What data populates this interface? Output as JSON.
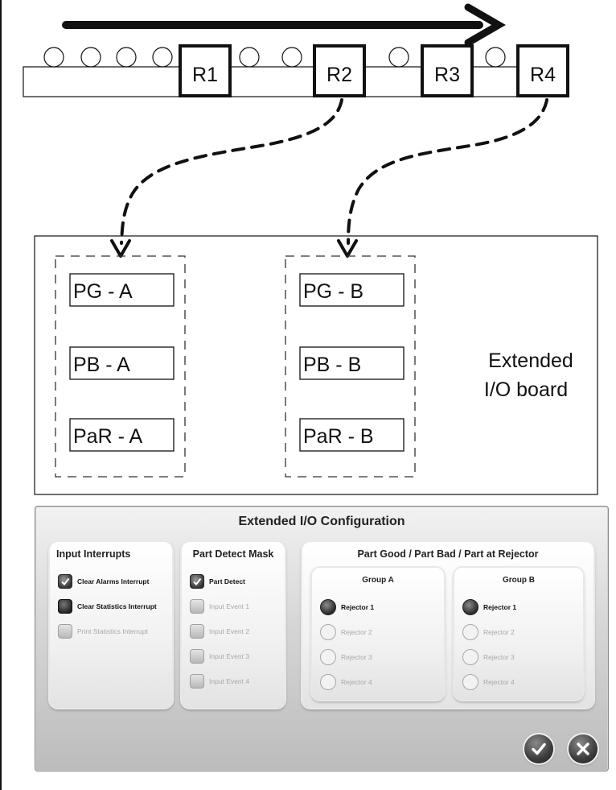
{
  "conveyor": {
    "rejectors": [
      "R1",
      "R2",
      "R3",
      "R4"
    ]
  },
  "board": {
    "label_line1": "Extended",
    "label_line2": "I/O board",
    "group_a": [
      "PG - A",
      "PB - A",
      "PaR - A"
    ],
    "group_b": [
      "PG - B",
      "PB - B",
      "PaR - B"
    ]
  },
  "config": {
    "title": "Extended I/O Configuration",
    "input_interrupts": {
      "title": "Input Interrupts",
      "items": [
        {
          "label": "Clear Alarms Interrupt",
          "checked": true
        },
        {
          "label": "Clear Statistics Interrupt",
          "checked": false
        },
        {
          "label": "Print Statistics Interrupt",
          "checked": false
        }
      ]
    },
    "part_detect": {
      "title": "Part Detect Mask",
      "items": [
        {
          "label": "Part Detect",
          "checked": true
        },
        {
          "label": "Input Event 1",
          "checked": false
        },
        {
          "label": "Input Event 2",
          "checked": false
        },
        {
          "label": "Input Event 3",
          "checked": false
        },
        {
          "label": "Input Event 4",
          "checked": false
        }
      ]
    },
    "part_group": {
      "title": "Part Good / Part Bad / Part at Rejector",
      "group_a": {
        "title": "Group A",
        "options": [
          "Rejector 1",
          "Rejector 2",
          "Rejector 3",
          "Rejector 4"
        ],
        "selected": "Rejector 1"
      },
      "group_b": {
        "title": "Group B",
        "options": [
          "Rejector 1",
          "Rejector 2",
          "Rejector 3",
          "Rejector 4"
        ],
        "selected": "Rejector 1"
      }
    },
    "ok_icon": "check-icon",
    "cancel_icon": "x-icon"
  }
}
